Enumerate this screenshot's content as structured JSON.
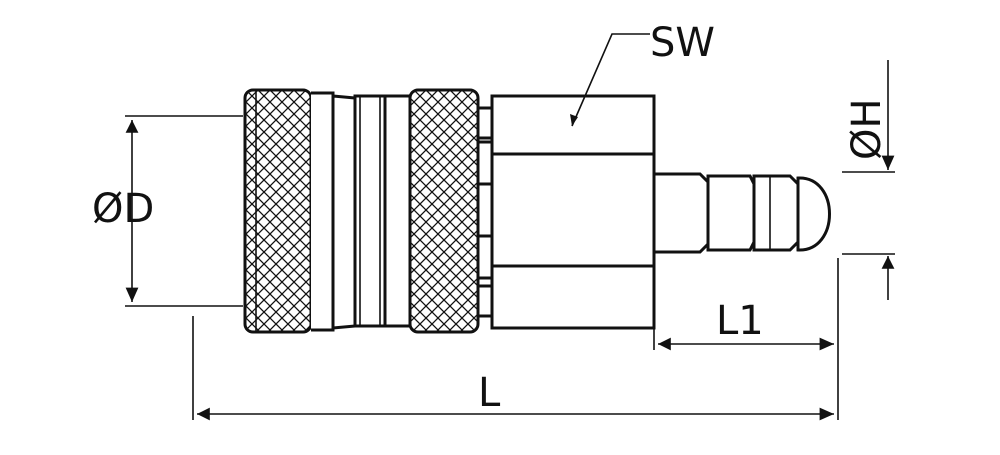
{
  "labels": {
    "diameter_d": "ØD",
    "wrench_size": "SW",
    "diameter_h": "ØH",
    "length_l1": "L1",
    "length_l": "L"
  },
  "colors": {
    "ink": "#111111",
    "paper": "#ffffff"
  }
}
